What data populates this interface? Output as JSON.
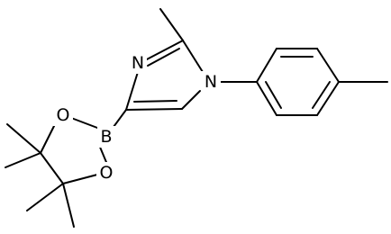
{
  "molecule": {
    "atoms": {
      "n3": "N",
      "n1": "N",
      "b": "B",
      "o_top": "O",
      "o_bottom": "O"
    }
  }
}
